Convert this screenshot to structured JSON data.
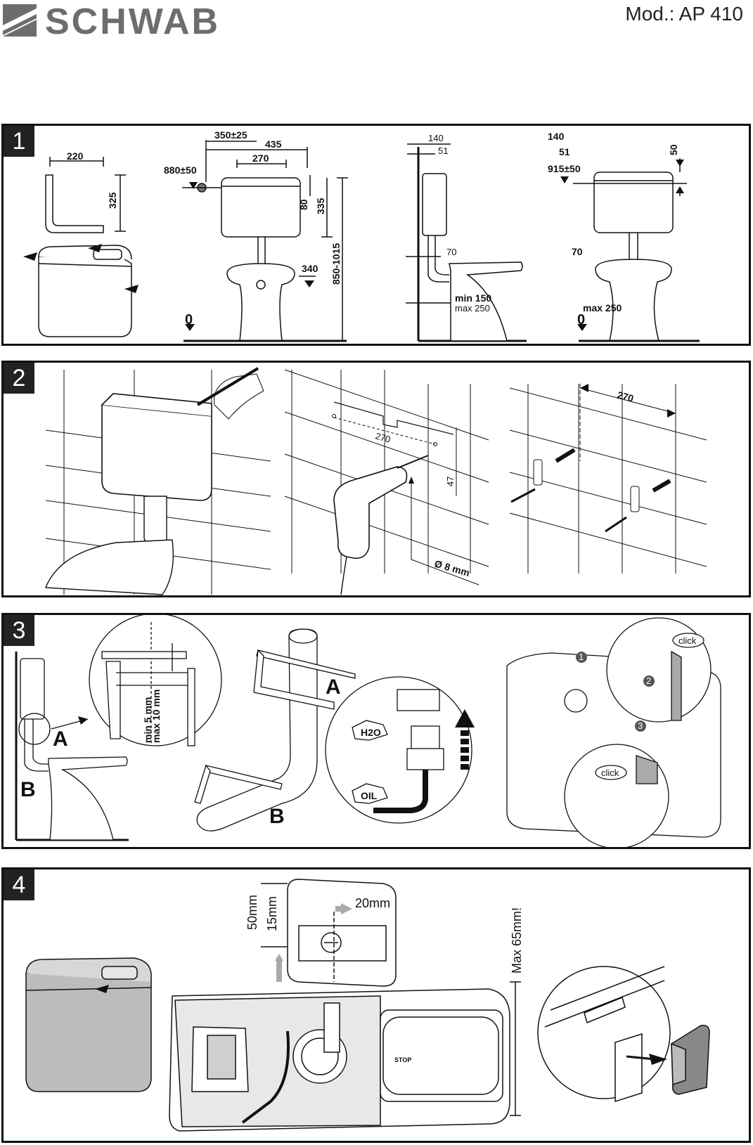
{
  "header": {
    "brand": "SCHWAB",
    "model": "Mod.: AP 410"
  },
  "panels": [
    {
      "number": "1",
      "dims": {
        "w220": "220",
        "h325": "325",
        "d350": "350±25",
        "d435": "435",
        "d270": "270",
        "d880": "880±50",
        "d80": "80",
        "d335": "335",
        "d340": "340",
        "d850": "850-1015",
        "zero_a": "0",
        "s140": "140",
        "s51": "51",
        "s70": "70",
        "min150": "min 150",
        "max250": "max 250",
        "r140": "140",
        "r51": "51",
        "r915": "915±50",
        "r50": "50",
        "r70": "70",
        "rmax250": "max 250",
        "zero_b": "0"
      }
    },
    {
      "number": "2",
      "dims": {
        "d270a": "270",
        "d47": "47",
        "drill": "Ø 8 mm",
        "d270b": "270"
      }
    },
    {
      "number": "3",
      "labels": {
        "a1": "A",
        "b1": "B",
        "min5": "min 5 mm",
        "max10": "max 10 mm",
        "a2": "A",
        "b2": "B",
        "h2o": "H2O",
        "oil": "OIL",
        "click1": "click",
        "click2": "click",
        "step1": "1",
        "step2": "2",
        "step3": "3"
      }
    },
    {
      "number": "4",
      "labels": {
        "d50": "50mm",
        "d15": "15mm",
        "d20": "20mm",
        "max65": "Max 65mm!",
        "stop": "STOP"
      }
    }
  ],
  "icons": {
    "logo": "schwab-logo-icon",
    "arrow": "arrow-icon",
    "drill": "drill-icon"
  }
}
